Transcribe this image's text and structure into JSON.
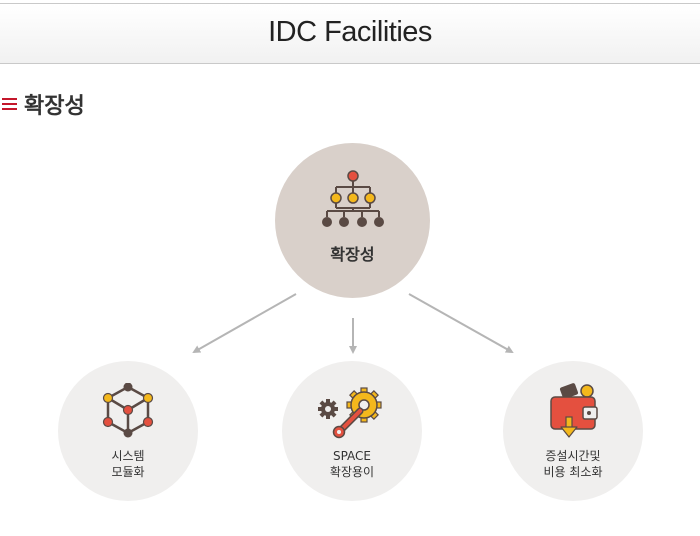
{
  "header": {
    "title": "IDC Facilities"
  },
  "section": {
    "title": "확장성",
    "bullet_color": "#c4172b"
  },
  "main_node": {
    "label": "확장성",
    "icon": "hierarchy-icon"
  },
  "sub_nodes": [
    {
      "line1": "시스템",
      "line2": "모듈화",
      "icon": "cube-network-icon"
    },
    {
      "line1": "SPACE",
      "line2": "확장용이",
      "icon": "gear-wrench-icon"
    },
    {
      "line1": "증설시간및",
      "line2": "비용 최소화",
      "icon": "wallet-icon"
    }
  ],
  "colors": {
    "accent_red": "#c4172b",
    "icon_red": "#e4503f",
    "icon_yellow": "#f4b81c",
    "icon_dark": "#5a4a44",
    "main_circle": "#d9d0ca",
    "sub_circle": "#f0efee",
    "arrow": "#b5b5b5"
  }
}
